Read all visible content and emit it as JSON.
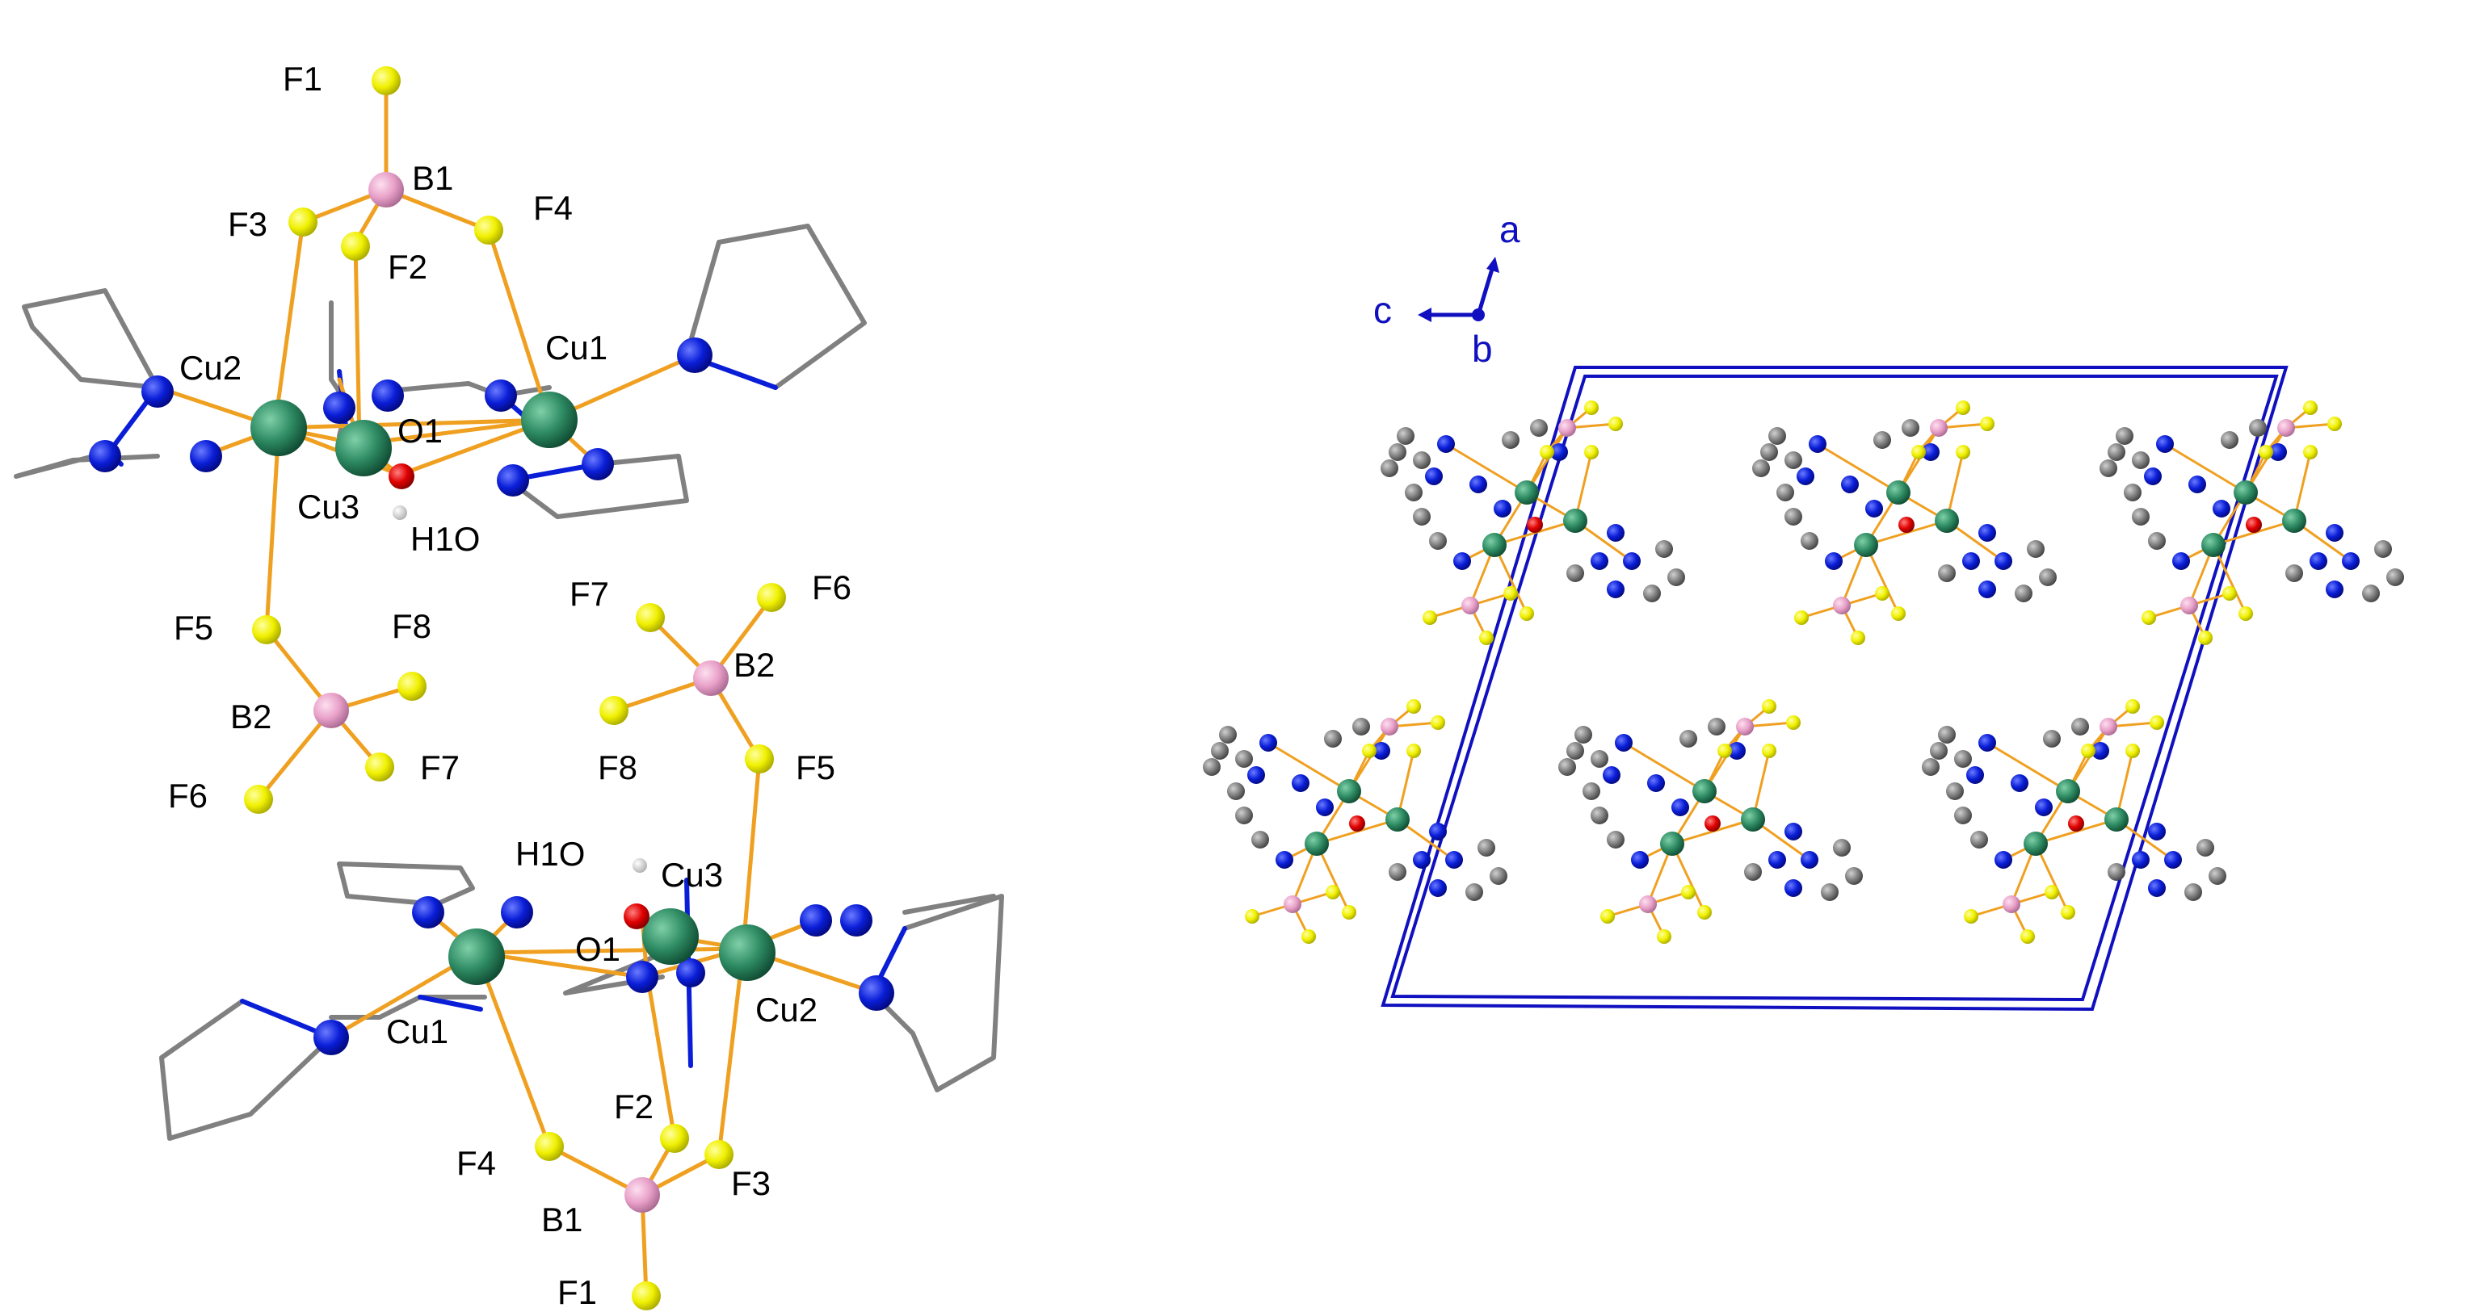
{
  "labels": {
    "f1": "F1",
    "b1": "B1",
    "f3": "F3",
    "f4": "F4",
    "f2": "F2",
    "cu2": "Cu2",
    "cu1": "Cu1",
    "o1": "O1",
    "cu3": "Cu3",
    "h1o": "H1O",
    "f5": "F5",
    "f8": "F8",
    "b2": "B2",
    "f6": "F6",
    "f7": "F7"
  },
  "axes": {
    "a": "a",
    "b": "b",
    "c": "c"
  },
  "colors": {
    "copper": "#2e8b63",
    "nitrogen": "#0a1ed8",
    "fluorine": "#f0f000",
    "boron": "#e8a0c8",
    "oxygen": "#e00000",
    "hydrogen": "#e8e8e8",
    "carbon": "#808080",
    "bond": "#f0a020",
    "cell": "#1010c0"
  }
}
